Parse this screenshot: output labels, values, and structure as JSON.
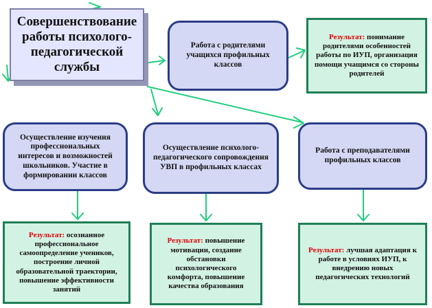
{
  "title": "Совершенствование работы психолого-педагогической службы",
  "result_label": "Результат:",
  "boxes": {
    "parents": "Работа с родителями учащихся профильных классов",
    "parents_result": "понимание родителями особенностей работы по ИУП, организация помощи учащимся со стороны родителей",
    "study": "Осуществление изучения профессиональных интересов и возможностей школьников. Участие в формировании классов",
    "study_result": "осознанное профессиональное самоопределение учеников, построение личной образовательной траектории, повышение эффективности занятий",
    "support": "Осуществление психолого-педагогического сопровождения УВП в профильных классах",
    "support_result": "повышение мотивации, создание обстановки психологического комфорта, повышение качества образования",
    "teachers": "Работа с преподавателями профильных классов",
    "teachers_result": "лучшая адаптация к работе в условиях ИУП, к внедрению новых педагогических технологий"
  },
  "colors": {
    "box_fill": "#d4d8f4",
    "box_border": "#2a3c86",
    "result_fill": "#d2f2e4",
    "result_border": "#1f7f56",
    "title_fill": "#e4e5ff",
    "arrow": "#1fce7c",
    "result_label": "#e00000"
  }
}
